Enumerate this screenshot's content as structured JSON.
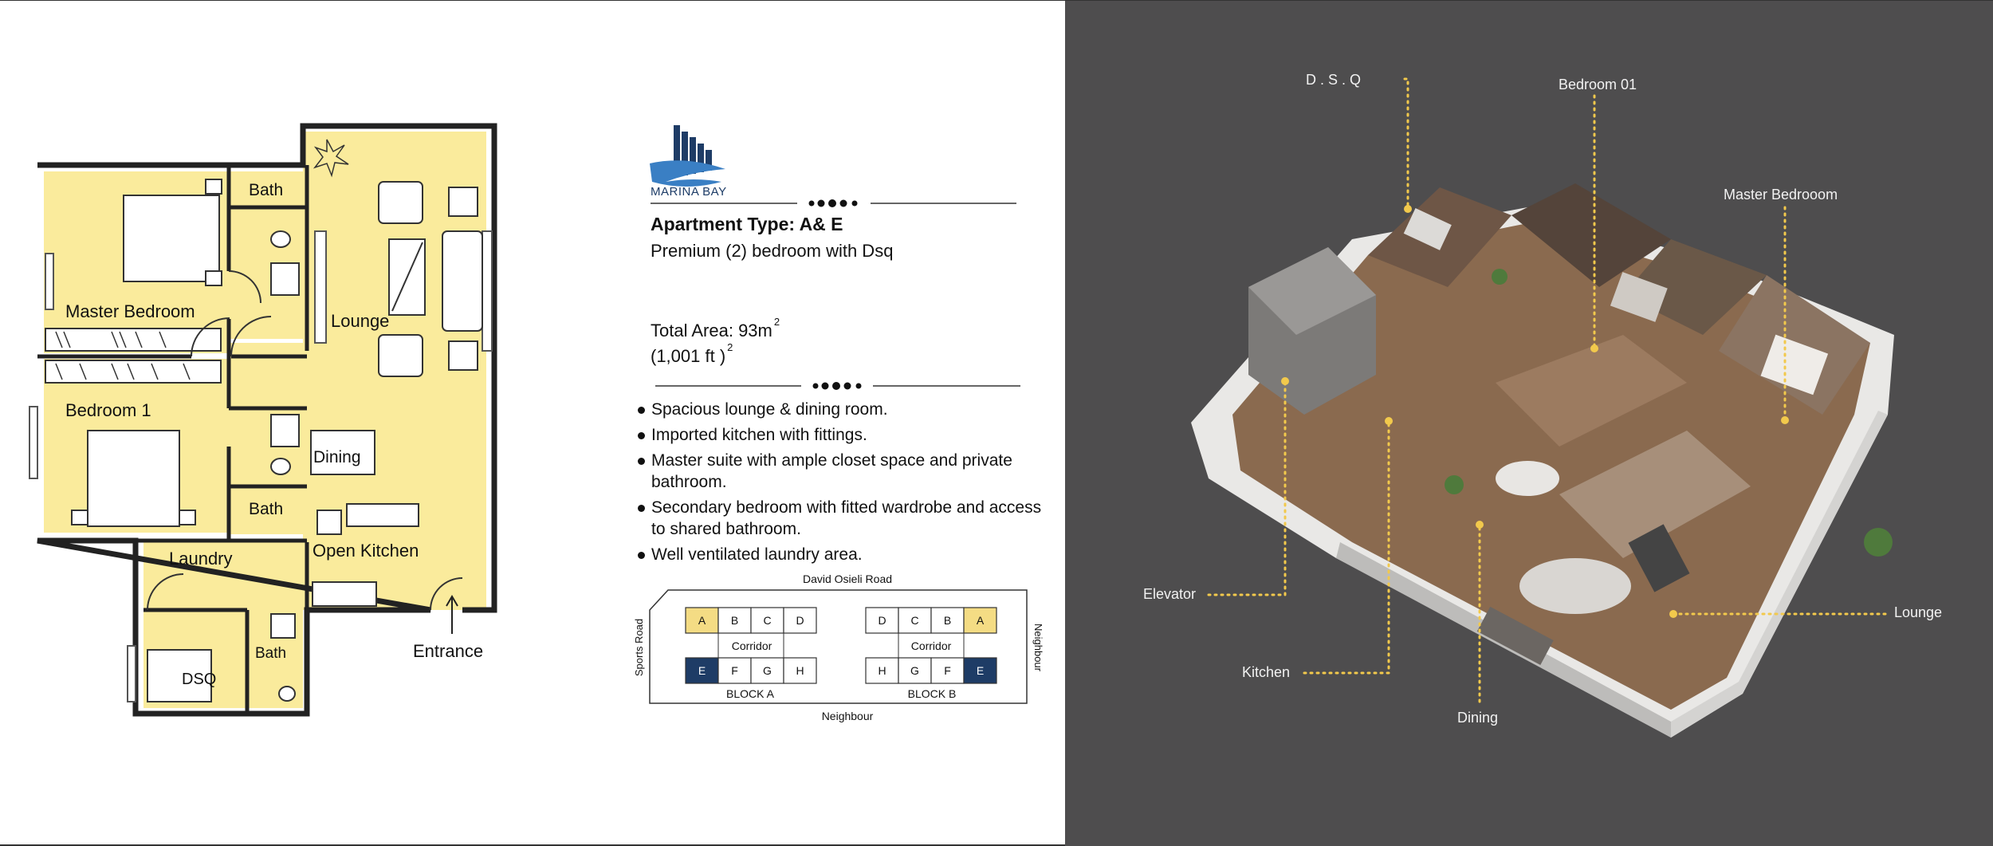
{
  "brand": {
    "name": "MARINA BAY"
  },
  "apartment": {
    "type": "Apartment Type: A& E",
    "subtitle": "Premium (2) bedroom with Dsq",
    "area_line1": "Total Area: 93m",
    "area_sup1": "2",
    "area_line2": "(1,001 ft )",
    "area_sup2": "2"
  },
  "features": [
    "Spacious lounge & dining room.",
    "Imported kitchen with fittings.",
    "Master suite with ample closet space and private bathroom.",
    "Secondary bedroom with fitted wardrobe and access to shared bathroom.",
    "Well ventilated laundry area."
  ],
  "floorplan": {
    "rooms": {
      "master_bedroom": "Master Bedroom",
      "bedroom1": "Bedroom 1",
      "bath1": "Bath",
      "bath2": "Bath",
      "bath3": "Bath",
      "lounge": "Lounge",
      "dining": "Dining",
      "open_kitchen": "Open Kitchen",
      "laundry": "Laundry",
      "dsq": "DSQ",
      "entrance": "Entrance"
    }
  },
  "site_plan": {
    "top_road": "David Osieli Road",
    "bottom": "Neighbour",
    "left": "Sports Road",
    "right": "Neighbour",
    "corridor": "Corridor",
    "block_a_label": "BLOCK A",
    "block_b_label": "BLOCK B",
    "block_a_top": [
      "A",
      "B",
      "C",
      "D"
    ],
    "block_a_bottom": [
      "E",
      "F",
      "G",
      "H"
    ],
    "block_b_top": [
      "D",
      "C",
      "B",
      "A"
    ],
    "block_b_bottom": [
      "H",
      "G",
      "F",
      "E"
    ],
    "highlight_gold": "#f4dc84",
    "highlight_navy": "#1e3c66"
  },
  "render_callouts": {
    "dsq": "D . S . Q",
    "bedroom01": "Bedroom 01",
    "master": "Master Bedrooom",
    "elevator": "Elevator",
    "kitchen": "Kitchen",
    "dining": "Dining",
    "lounge": "Lounge"
  },
  "colors": {
    "floor_fill": "#faeb9c",
    "panel_dark": "#4e4d4e",
    "callout_dots": "#f2c94c",
    "navy": "#1e3c66"
  }
}
